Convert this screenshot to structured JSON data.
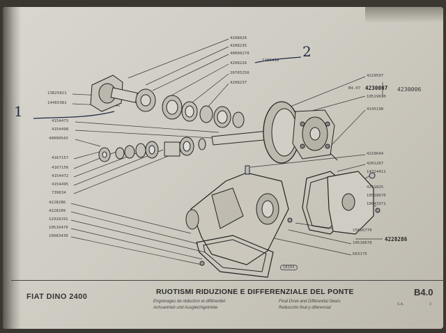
{
  "parts_left_top": [
    "4208026",
    "4208235",
    "40000270",
    "4208226",
    "20705250",
    "4208237"
  ],
  "parts_left_mid": [
    "13825821",
    "14465381",
    "4154473",
    "4154498",
    "40000543"
  ],
  "parts_left_low": [
    "4167157",
    "4167156",
    "4154472",
    "4154495",
    "739634"
  ],
  "parts_left_bottom": [
    "4228286",
    "4228289",
    "12928191",
    "10516470",
    "10983430"
  ],
  "parts_right_top": [
    "4229597",
    "B4.07",
    "4230007",
    "4230006",
    "10519670",
    "4145198"
  ],
  "parts_right_mid": [
    "4229644",
    "4201267",
    "14324411",
    "4231825",
    "10518670",
    "10043371"
  ],
  "parts_right_low": [
    "15666770",
    "10518670",
    "4228286",
    "663175"
  ],
  "fig_number": "18104",
  "handwritten": {
    "one": "1",
    "two": "2",
    "scribble": "1100450"
  },
  "footer": {
    "model": "FIAT DINO 2400",
    "title": "RUOTISMI RIDUZIONE E DIFFERENZIALE DEL PONTE",
    "lang_left": [
      "Engrenages de réduction et différentiel",
      "Achsantrieb und Ausgleichgetriebe"
    ],
    "lang_right": [
      "Final Drive and Differential Gears",
      "Reducción final y diferencial"
    ],
    "code": "B4.0",
    "sub": [
      "S.A.",
      "3"
    ]
  }
}
